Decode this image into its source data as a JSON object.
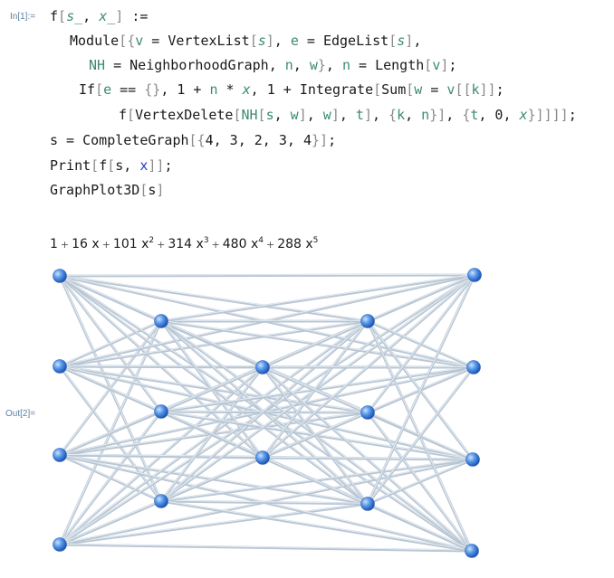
{
  "notebook": {
    "input_label": "In[1]:=",
    "output_label": "Out[2]=",
    "code_lines": [
      [
        [
          "f",
          ""
        ],
        [
          "[",
          "gray"
        ],
        [
          "s_",
          "gi"
        ],
        [
          ", ",
          ""
        ],
        [
          "x_",
          "gi"
        ],
        [
          "] ",
          "gray"
        ],
        [
          ":=",
          ""
        ]
      ],
      [
        [
          "Module",
          ""
        ],
        [
          "[{",
          "gray"
        ],
        [
          "v",
          "g"
        ],
        [
          " = ",
          ""
        ],
        [
          "VertexList",
          ""
        ],
        [
          "[",
          "gray"
        ],
        [
          "s",
          "gi"
        ],
        [
          "]",
          "gray"
        ],
        [
          ", ",
          ""
        ],
        [
          "e",
          "g"
        ],
        [
          " = ",
          ""
        ],
        [
          "EdgeList",
          ""
        ],
        [
          "[",
          "gray"
        ],
        [
          "s",
          "gi"
        ],
        [
          "]",
          "gray"
        ],
        [
          ",",
          ""
        ]
      ],
      [
        [
          "NH",
          "g"
        ],
        [
          " = ",
          ""
        ],
        [
          "NeighborhoodGraph",
          ""
        ],
        [
          ", ",
          ""
        ],
        [
          "n",
          "g"
        ],
        [
          ", ",
          ""
        ],
        [
          "w",
          "g"
        ],
        [
          "}",
          "gray"
        ],
        [
          ", ",
          ""
        ],
        [
          "n",
          "g"
        ],
        [
          " = ",
          ""
        ],
        [
          "Length",
          ""
        ],
        [
          "[",
          "gray"
        ],
        [
          "v",
          "g"
        ],
        [
          "]",
          "gray"
        ],
        [
          ";",
          ""
        ]
      ],
      [
        [
          "If",
          ""
        ],
        [
          "[",
          "gray"
        ],
        [
          "e",
          "g"
        ],
        [
          " == ",
          ""
        ],
        [
          "{}",
          "gray"
        ],
        [
          ", 1 + ",
          ""
        ],
        [
          "n",
          "g"
        ],
        [
          " * ",
          ""
        ],
        [
          "x",
          "gi"
        ],
        [
          ", 1 + ",
          ""
        ],
        [
          "Integrate",
          ""
        ],
        [
          "[",
          "gray"
        ],
        [
          "Sum",
          ""
        ],
        [
          "[",
          "gray"
        ],
        [
          "w",
          "g"
        ],
        [
          " = ",
          ""
        ],
        [
          "v",
          "g"
        ],
        [
          "[[",
          "gray"
        ],
        [
          "k",
          "g"
        ],
        [
          "]]",
          "gray"
        ],
        [
          ";",
          ""
        ]
      ],
      [
        [
          "f",
          ""
        ],
        [
          "[",
          "gray"
        ],
        [
          "VertexDelete",
          ""
        ],
        [
          "[",
          "gray"
        ],
        [
          "NH",
          "g"
        ],
        [
          "[",
          "gray"
        ],
        [
          "s",
          "g"
        ],
        [
          ", ",
          ""
        ],
        [
          "w",
          "g"
        ],
        [
          "]",
          "gray"
        ],
        [
          ", ",
          ""
        ],
        [
          "w",
          "g"
        ],
        [
          "]",
          "gray"
        ],
        [
          ", ",
          ""
        ],
        [
          "t",
          "g"
        ],
        [
          "]",
          "gray"
        ],
        [
          ", ",
          ""
        ],
        [
          "{",
          "gray"
        ],
        [
          "k",
          "g"
        ],
        [
          ", ",
          ""
        ],
        [
          "n",
          "g"
        ],
        [
          "}",
          "gray"
        ],
        [
          "]",
          "gray"
        ],
        [
          ", ",
          ""
        ],
        [
          "{",
          "gray"
        ],
        [
          "t",
          "g"
        ],
        [
          ", 0, ",
          ""
        ],
        [
          "x",
          "gi"
        ],
        [
          "}",
          "gray"
        ],
        [
          "]]]]",
          "gray"
        ],
        [
          ";",
          ""
        ]
      ],
      [
        [
          "s = ",
          ""
        ],
        [
          "CompleteGraph",
          ""
        ],
        [
          "[{",
          "gray"
        ],
        [
          "4, 3, 2, 3, 4",
          ""
        ],
        [
          "}]",
          "gray"
        ],
        [
          ";",
          ""
        ]
      ],
      [
        [
          "Print",
          ""
        ],
        [
          "[",
          "gray"
        ],
        [
          "f",
          ""
        ],
        [
          "[",
          "gray"
        ],
        [
          "s, ",
          ""
        ],
        [
          "x",
          "b"
        ],
        [
          "]]",
          "gray"
        ],
        [
          ";",
          ""
        ]
      ],
      [
        [
          "GraphPlot3D",
          ""
        ],
        [
          "[",
          "gray"
        ],
        [
          "s",
          ""
        ],
        [
          "]",
          "gray"
        ]
      ]
    ],
    "print_output": [
      {
        "t": "1"
      },
      {
        "op": "+"
      },
      {
        "t": "16 x"
      },
      {
        "op": "+"
      },
      {
        "t": "101 x",
        "e": "2"
      },
      {
        "op": "+"
      },
      {
        "t": "314 x",
        "e": "3"
      },
      {
        "op": "+"
      },
      {
        "t": "480 x",
        "e": "4"
      },
      {
        "op": "+"
      },
      {
        "t": "288 x",
        "e": "5"
      }
    ],
    "graph": {
      "partition_sizes": [
        4,
        3,
        2,
        3,
        4
      ],
      "vertex_color": "#4a8fe0",
      "edge_color": "#b9c6d3"
    }
  }
}
